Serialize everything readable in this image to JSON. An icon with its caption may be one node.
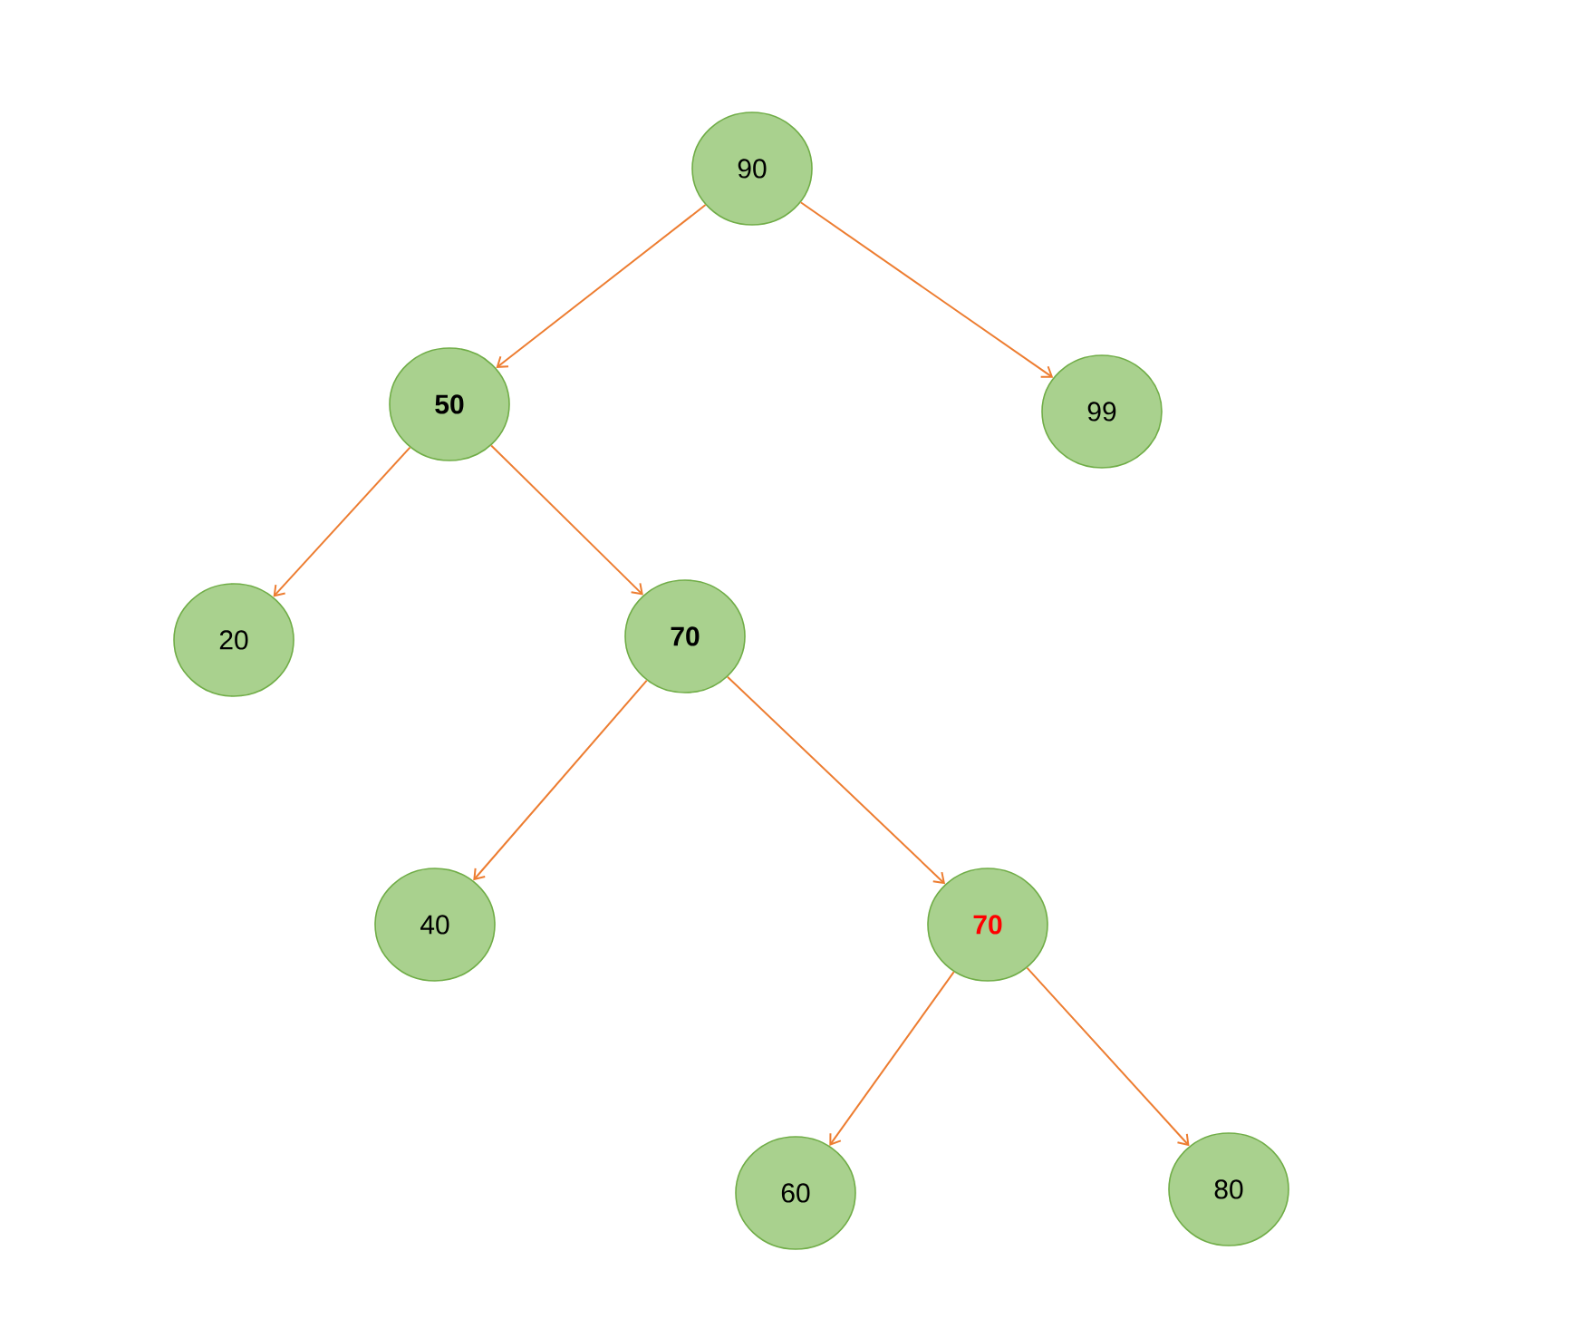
{
  "diagram": {
    "nodes": [
      {
        "text": [
          "90"
        ]
      },
      {
        "text": [
          "50"
        ]
      },
      {
        "text": [
          "99"
        ]
      },
      {
        "text": [
          "20"
        ]
      },
      {
        "text": [
          "70"
        ]
      },
      {
        "text": [
          "40"
        ]
      },
      {
        "text": [
          "70"
        ]
      },
      {
        "text": [
          "60"
        ]
      },
      {
        "text": [
          "80"
        ]
      }
    ],
    "edges": [
      {
        "from": 0,
        "to": 1,
        "arrow": "to"
      },
      {
        "from": 0,
        "to": 2,
        "arrow": "to"
      },
      {
        "from": 1,
        "to": 3,
        "arrow": "to"
      },
      {
        "from": 1,
        "to": 4,
        "arrow": "to"
      },
      {
        "from": 4,
        "to": 5,
        "arrow": "to"
      },
      {
        "from": 4,
        "to": 6,
        "arrow": "to"
      },
      {
        "from": 6,
        "to": 7,
        "arrow": "to"
      },
      {
        "from": 6,
        "to": 8,
        "arrow": "to"
      }
    ]
  }
}
